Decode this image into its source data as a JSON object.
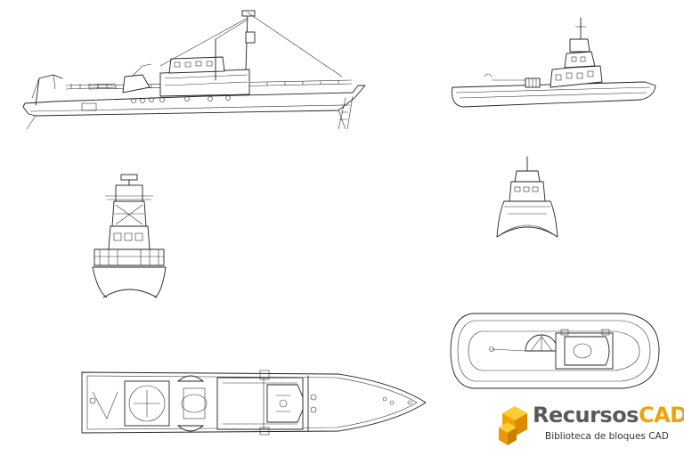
{
  "logo": {
    "name_part1": "Recursos",
    "name_part2": "CAD",
    "subtitle": "Biblioteca de bloques CAD",
    "brand_orange": "#f0a400",
    "brand_grey": "#5a5a5a"
  },
  "drawing": {
    "line_color": "#222222",
    "background": "#ffffff"
  }
}
